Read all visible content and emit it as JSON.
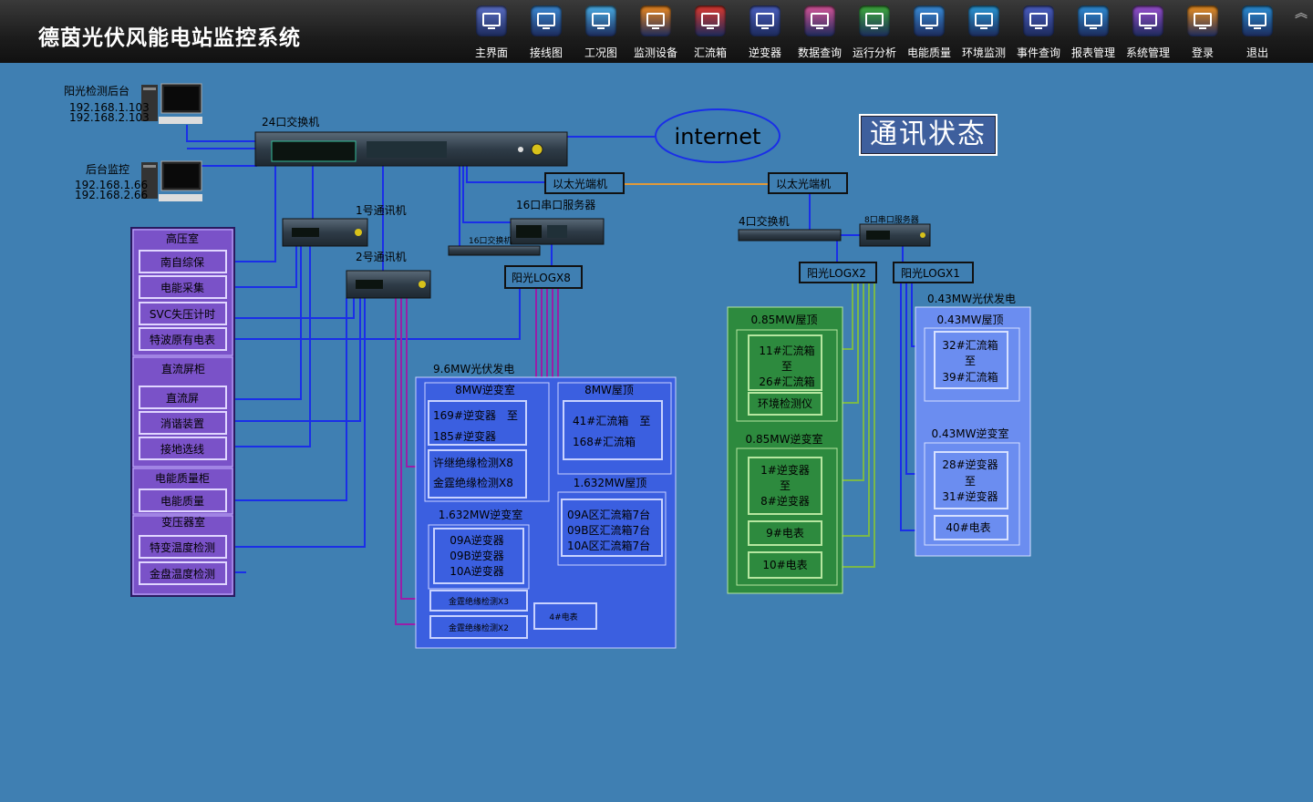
{
  "app": {
    "title": "德茵光伏风能电站监控系统"
  },
  "nav": [
    {
      "label": "主界面",
      "icon": "home-icon",
      "color": "#5b6fc7"
    },
    {
      "label": "接线图",
      "icon": "wiring-icon",
      "color": "#3b8bd6"
    },
    {
      "label": "工况图",
      "icon": "status-icon",
      "color": "#4ab0e8"
    },
    {
      "label": "监测设备",
      "icon": "monitor-device-icon",
      "color": "#f08a1e"
    },
    {
      "label": "汇流箱",
      "icon": "combiner-icon",
      "color": "#e0392e"
    },
    {
      "label": "逆变器",
      "icon": "inverter-icon",
      "color": "#4a5fc0"
    },
    {
      "label": "数据查询",
      "icon": "data-query-icon",
      "color": "#d9559a"
    },
    {
      "label": "运行分析",
      "icon": "analysis-icon",
      "color": "#3fae3c"
    },
    {
      "label": "电能质量",
      "icon": "power-quality-icon",
      "color": "#3a8fdc"
    },
    {
      "label": "环境监测",
      "icon": "environment-icon",
      "color": "#2a9ad8"
    },
    {
      "label": "事件查询",
      "icon": "event-query-icon",
      "color": "#4b5ec3"
    },
    {
      "label": "报表管理",
      "icon": "report-icon",
      "color": "#2f8fd8"
    },
    {
      "label": "系统管理",
      "icon": "settings-icon",
      "color": "#9a4fd0"
    },
    {
      "label": "登录",
      "icon": "login-icon",
      "color": "#f0911e"
    },
    {
      "label": "退出",
      "icon": "exit-icon",
      "color": "#2a8fd6"
    }
  ],
  "page": {
    "title": "通讯状态"
  },
  "network": {
    "sun_backend": {
      "label": "阳光检测后台",
      "ip1": "192.168.1.103",
      "ip2": "192.168.2.103"
    },
    "backend": {
      "label": "后台监控",
      "ip1": "192.168.1.66",
      "ip2": "192.168.2.66"
    },
    "switch24": "24口交换机",
    "internet": "internet",
    "eth1": "以太光端机",
    "eth2": "以太光端机",
    "serial16": "16口串口服务器",
    "switch16": "16口交换机",
    "comm1": "1号通讯机",
    "comm2": "2号通讯机",
    "logx8": "阳光LOGX8",
    "switch4": "4口交换机",
    "serial8": "8口串口服务器",
    "logx2": "阳光LOGX2",
    "logx1": "阳光LOGX1"
  },
  "left_panel": {
    "hv_room": "高压室",
    "hv_items": [
      "南自综保",
      "电能采集",
      "SVC失压计时",
      "特波原有电表"
    ],
    "dc_cabinet": "直流屏柜",
    "dc_items": [
      "直流屏",
      "消谐装置",
      "接地选线"
    ],
    "pq_cabinet": "电能质量柜",
    "pq_items": [
      "电能质量"
    ],
    "transformer": "变压器室",
    "tr_items": [
      "特变温度检测",
      "金盘温度检测"
    ]
  },
  "pv96": {
    "title": "9.6MW光伏发电",
    "inv8_title": "8MW逆变室",
    "inv8_box1": [
      "169#逆变器　至",
      "185#逆变器"
    ],
    "inv8_box2": [
      "许继绝缘检测X8",
      "金霆绝缘检测X8"
    ],
    "roof8_title": "8MW屋顶",
    "roof8_box": [
      "41#汇流箱　至",
      "168#汇流箱"
    ],
    "roof1632_title": "1.632MW屋顶",
    "roof1632_box": [
      "09A区汇流箱7台",
      "09B区汇流箱7台",
      "10A区汇流箱7台"
    ],
    "inv1632_title": "1.632MW逆变室",
    "inv1632_box": [
      "09A逆变器",
      "09B逆变器",
      "10A逆变器"
    ],
    "jt3": "金霆绝缘检测X3",
    "jt2": "金霆绝缘检测X2",
    "meter4": "4#电表"
  },
  "green": {
    "roof_title": "0.85MW屋顶",
    "roof_box": [
      "11#汇流箱",
      "至",
      "26#汇流箱"
    ],
    "env": "环境检测仪",
    "inv_title": "0.85MW逆变室",
    "inv_box": [
      "1#逆变器",
      "至",
      "8#逆变器"
    ],
    "meter9": "9#电表",
    "meter10": "10#电表"
  },
  "pv043": {
    "title": "0.43MW光伏发电",
    "roof_title": "0.43MW屋顶",
    "roof_box": [
      "32#汇流箱",
      "至",
      "39#汇流箱"
    ],
    "inv_title": "0.43MW逆变室",
    "inv_box": [
      "28#逆变器",
      "至",
      "31#逆变器"
    ],
    "meter40": "40#电表"
  }
}
